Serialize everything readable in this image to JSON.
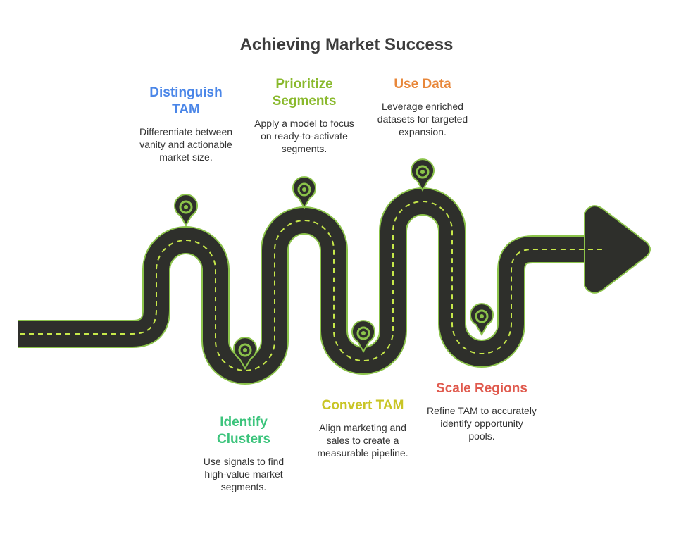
{
  "title": "Achieving Market Success",
  "colors": {
    "road": "#2e2f2b",
    "road_outline": "#8bc34a",
    "lane_marking": "#c7e84a",
    "pin_fill": "#2e2f2b",
    "pin_ring": "#8bc34a"
  },
  "steps": [
    {
      "title": "Distinguish TAM",
      "description": "Differentiate between vanity and actionable market size.",
      "color": "#4a86e8"
    },
    {
      "title": "Identify Clusters",
      "description": "Use signals to find high-value market segments.",
      "color": "#3cc47c"
    },
    {
      "title": "Prioritize Segments",
      "description": "Apply a model to focus on ready-to-activate segments.",
      "color": "#8ab92d"
    },
    {
      "title": "Convert TAM",
      "description": "Align marketing and sales to create a measurable pipeline.",
      "color": "#c9c526"
    },
    {
      "title": "Use Data",
      "description": "Leverage enriched datasets for targeted expansion.",
      "color": "#e8873a"
    },
    {
      "title": "Scale Regions",
      "description": "Refine TAM to accurately identify opportunity pools.",
      "color": "#e05a4e"
    }
  ]
}
